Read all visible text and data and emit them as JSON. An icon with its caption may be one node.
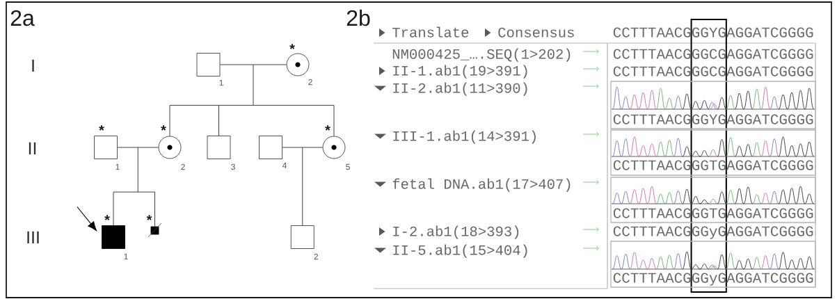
{
  "diagram": {
    "nodes": [
      {
        "text": [],
        "shape": "box",
        "beside": [
          "1"
        ]
      },
      {
        "text": [],
        "shape": "circle",
        "beside": [
          "*",
          "2"
        ]
      },
      {
        "text": [],
        "shape": "box",
        "beside": [
          "*",
          "1"
        ]
      },
      {
        "text": [],
        "shape": "circle",
        "beside": [
          "*",
          "2"
        ]
      },
      {
        "text": [],
        "shape": "box",
        "beside": [
          "3"
        ]
      },
      {
        "text": [],
        "shape": "box",
        "beside": [
          "4"
        ]
      },
      {
        "text": [],
        "shape": "circle",
        "beside": [
          "*",
          "5"
        ]
      },
      {
        "text": [],
        "shape": "box",
        "beside": [
          "*",
          "1"
        ]
      },
      {
        "text": [],
        "shape": "box",
        "beside": [
          "*"
        ]
      },
      {
        "text": [],
        "shape": "box",
        "beside": [
          "2"
        ]
      }
    ],
    "edges": [
      {
        "from": 0,
        "to": 1,
        "arrow": "none"
      },
      {
        "from": 2,
        "to": 3,
        "arrow": "none"
      },
      {
        "from": 5,
        "to": 6,
        "arrow": "none"
      },
      {
        "from": 0,
        "to": 3,
        "arrow": "none"
      },
      {
        "from": 1,
        "to": 3,
        "arrow": "none"
      },
      {
        "from": 0,
        "to": 4,
        "arrow": "none"
      },
      {
        "from": 1,
        "to": 4,
        "arrow": "none"
      },
      {
        "from": 0,
        "to": 6,
        "arrow": "none"
      },
      {
        "from": 1,
        "to": 6,
        "arrow": "none"
      },
      {
        "from": 2,
        "to": 7,
        "arrow": "none"
      },
      {
        "from": 3,
        "to": 7,
        "arrow": "none"
      },
      {
        "from": 2,
        "to": 8,
        "arrow": "none"
      },
      {
        "from": 3,
        "to": 8,
        "arrow": "none"
      },
      {
        "from": 5,
        "to": 9,
        "arrow": "none"
      },
      {
        "from": 6,
        "to": 9,
        "arrow": "none"
      },
      {
        "from": null,
        "to": 7,
        "arrow": "to"
      }
    ],
    "labels": [
      "2a",
      "I",
      "II",
      "III",
      "2b",
      "Translate",
      "Consensus",
      "CCTTTAACGGGYGAGGATCGGGG",
      "NM000425_….SEQ(1>202)",
      "CCTTTAACGGGCGAGGATCGGGG",
      "II-1.ab1(19>391)",
      "CCTTTAACGGGCGAGGATCGGGG",
      "II-2.ab1(11>390)",
      "CCTTTAACGGGYGAGGATCGGGG",
      "III-1.ab1(14>391)",
      "CCTTTAACGGGTGAGGATCGGGG",
      "fetal DNA.ab1(17>407)",
      "CCTTTAACGGGTGAGGATCGGGG",
      "I-2.ab1(18>393)",
      "CCTTTAACGGGyGAGGATCGGGG",
      "II-5.ab1(15>404)",
      "CCTTTAACGGGyGAGGATCGGGG"
    ]
  }
}
